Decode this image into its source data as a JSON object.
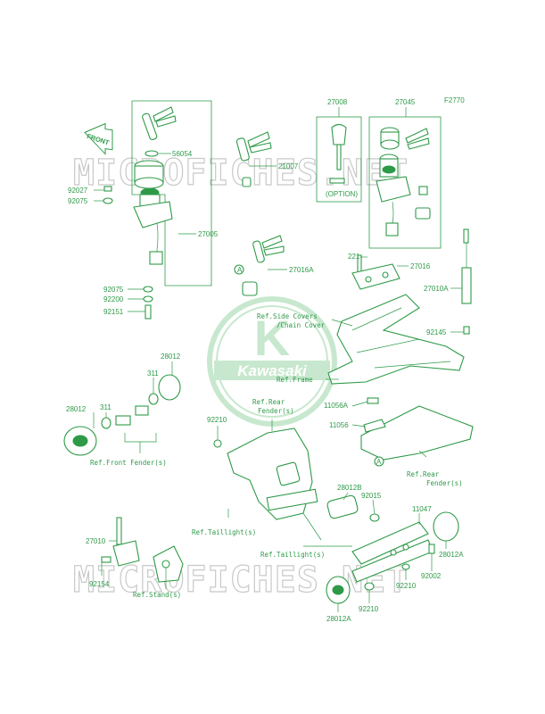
{
  "diagram_code": "F2770",
  "direction_label": "FRONT",
  "watermark": "MICROFICHES.NET",
  "brand_logo_text": "Kawasaki",
  "brand_logo_letter": "K",
  "colors": {
    "line": "#2e9a48",
    "logo_tint": "#c7e8ce",
    "watermark": "#c9c9c9"
  },
  "part_numbers": {
    "p27008": "27008",
    "p27045": "27045",
    "p56054": "56054",
    "p21007": "21007",
    "p92027": "92027",
    "p92075a": "92075",
    "p27005": "27005",
    "p27016a": "27016A",
    "p221": "221",
    "p27016": "27016",
    "p27010a": "27010A",
    "p92075b": "92075",
    "p92200": "92200",
    "p92151": "92151",
    "p92145": "92145",
    "p28012a_top": "28012",
    "p311a": "311",
    "p28012_left": "28012",
    "p311b": "311",
    "p92210a": "92210",
    "p11056a": "11056A",
    "p11056": "11056",
    "p28012b": "28012B",
    "p92015": "92015",
    "p11047": "11047",
    "p27010": "27010",
    "p92154": "92154",
    "p92002": "92002",
    "p28012a_right": "28012A",
    "p92210b": "92210",
    "p92210c": "92210",
    "p28012a_bottom": "28012A"
  },
  "option_label": "(OPTION)",
  "callout_a": "A",
  "references": {
    "side_covers_1": "Ref.Side Covers",
    "side_covers_2": "/Chain Cover",
    "frame": "Ref.Frame",
    "rear_fender_top_1": "Ref.Rear",
    "rear_fender_top_2": "Fender(s)",
    "rear_fender_right_1": "Ref.Rear",
    "rear_fender_right_2": "Fender(s)",
    "front_fender": "Ref.Front Fender(s)",
    "taillight_a": "Ref.Taillight(s)",
    "taillight_b": "Ref.Taillight(s)",
    "stand": "Ref.Stand(s)"
  }
}
